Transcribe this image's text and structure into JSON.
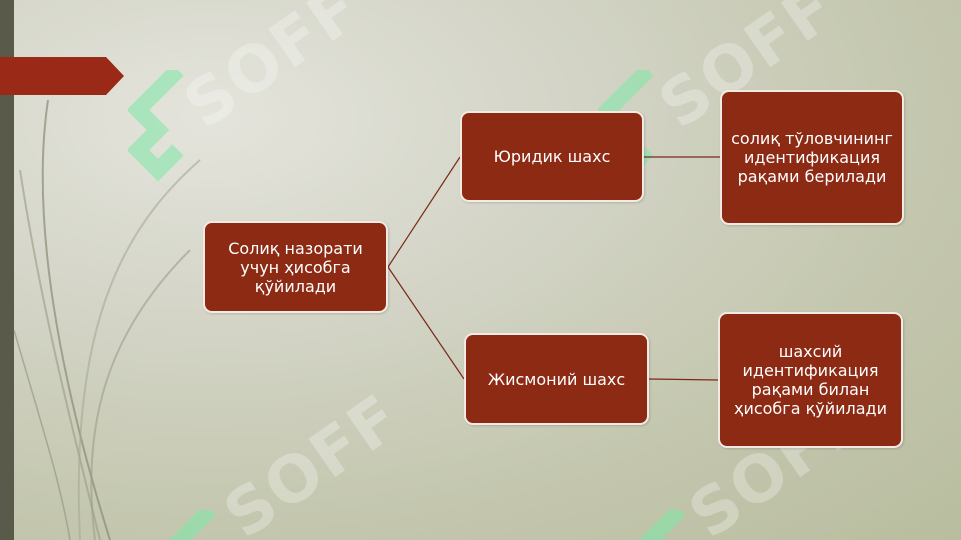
{
  "slide": {
    "watermark_text": "SOFF",
    "colors": {
      "box_fill": "#8c2a14",
      "box_border": "#f3ebe3",
      "connector": "#7a2a18",
      "ribbon": "#9a2a17",
      "left_bar": "#5a5a4a",
      "watermark_logo": "#7ee8a8"
    }
  },
  "diagram": {
    "root": {
      "label": "Солиқ назорати учун ҳисобга қўйилади"
    },
    "branches": [
      {
        "label": "Юридик шахс",
        "detail": "солиқ тўловчининг идентификация рақами берилади"
      },
      {
        "label": "Жисмоний шахс",
        "detail": "шахсий идентификация рақами билан ҳисобга қўйилади"
      }
    ]
  }
}
